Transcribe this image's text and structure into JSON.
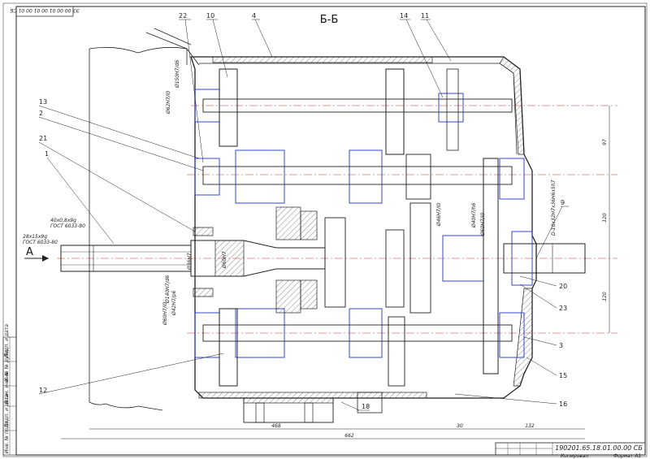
{
  "drawing": {
    "stamp_top": "ЭЭ 00 00 01 00 01 00 01 СБ",
    "section_title": "Б-Б",
    "view_arrow": "А",
    "doc_number": "190201.65.18.01.00.00 СБ",
    "stamp_bottom_right": "Формат А1",
    "stamp_copied": "Копировал",
    "left_strip": [
      "Подп. и дата",
      "Инв. № дубл.",
      "Взам. инв. №",
      "Подп. и дата",
      "Инв. № подл."
    ]
  },
  "callouts": {
    "top": [
      "22",
      "10",
      "4",
      "14",
      "11"
    ],
    "left": [
      "13",
      "2",
      "21",
      "1",
      "12"
    ],
    "right": [
      "9",
      "20",
      "23",
      "3",
      "15",
      "16"
    ],
    "bottom": [
      "18"
    ]
  },
  "dimensions": {
    "bottom": [
      "468",
      "662",
      "30",
      "132"
    ],
    "right": [
      "97",
      "120",
      "120"
    ]
  },
  "fits": {
    "left_shaft": [
      "28х15х9g",
      "ГОСТ 6033-80"
    ],
    "left_shaft2": [
      "40х0,8х9g",
      "ГОСТ 6033-80"
    ],
    "right_shaft": "D-10х32Н7х36Н6х5h7",
    "bores": [
      "Ø150Н7/d6",
      "Ø62Н7/l0",
      "Ø36Н7",
      "Ø60Н7",
      "Ø140Н7/d6",
      "Ø60Н7/l0",
      "Ø42Н7/p6",
      "Ø46Н7/l0",
      "Ø40Н7/h6",
      "Ø60Н7/l0"
    ]
  }
}
